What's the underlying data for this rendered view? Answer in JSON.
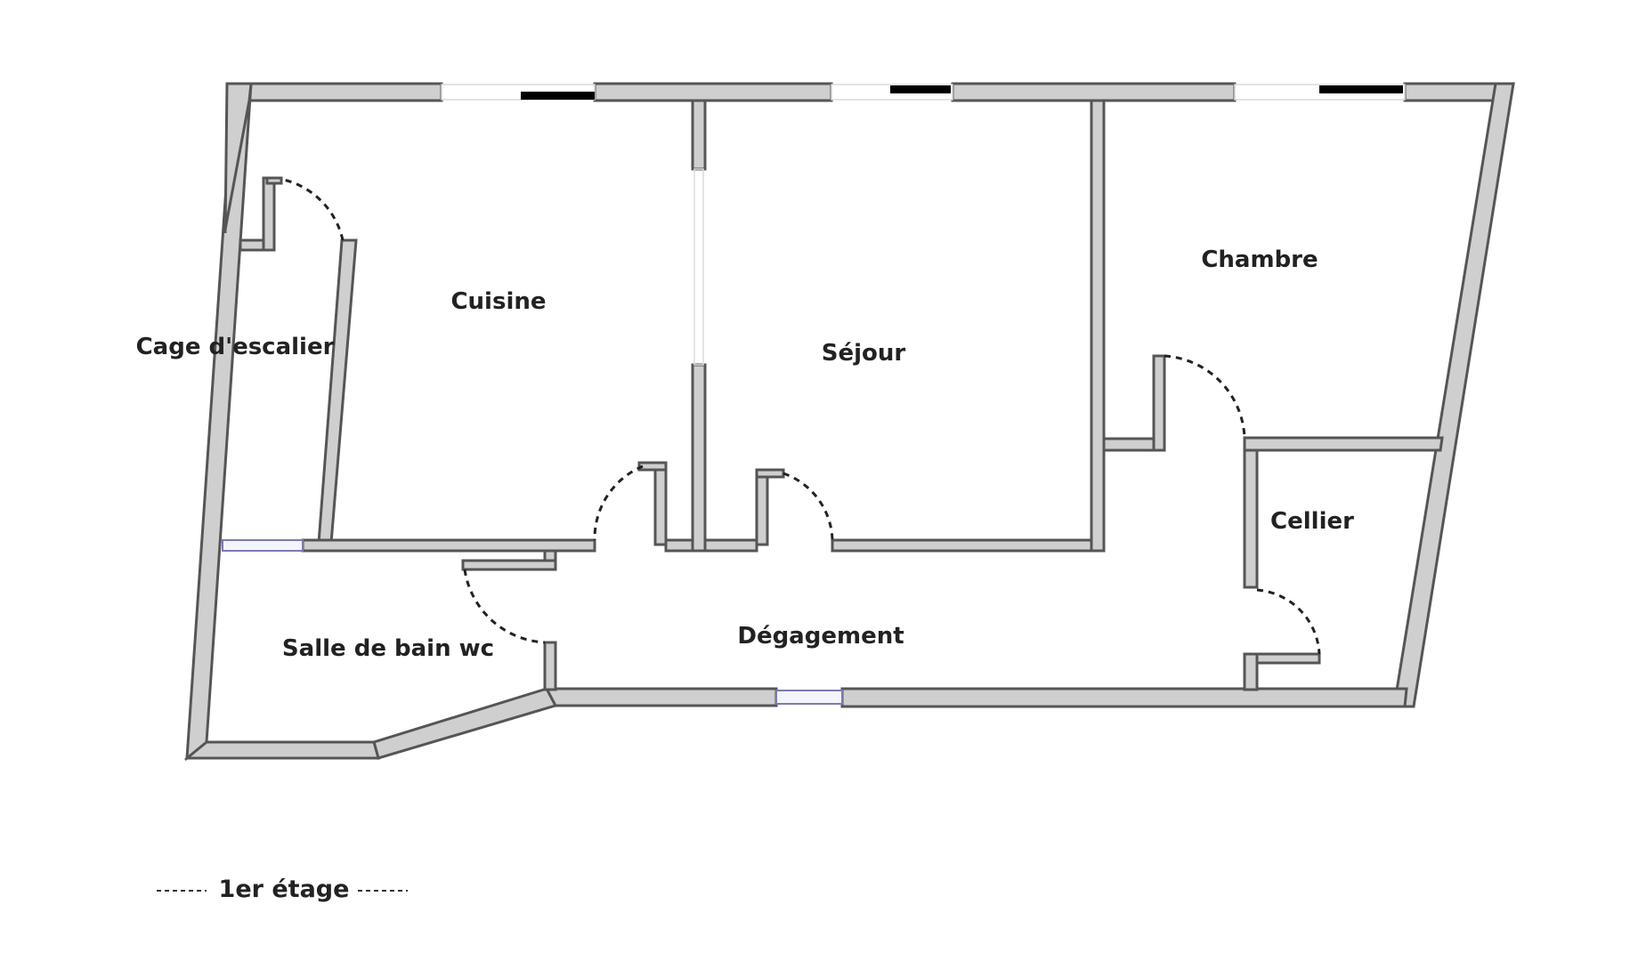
{
  "plan": {
    "rooms": [
      {
        "id": "cage",
        "label": "Cage d'escalier"
      },
      {
        "id": "cuisine",
        "label": "Cuisine"
      },
      {
        "id": "sejour",
        "label": "Séjour"
      },
      {
        "id": "chambre",
        "label": "Chambre"
      },
      {
        "id": "cellier",
        "label": "Cellier"
      },
      {
        "id": "sdb",
        "label": "Salle de bain wc"
      },
      {
        "id": "degagement",
        "label": "Dégagement"
      }
    ],
    "floor_label": "1er étage"
  }
}
